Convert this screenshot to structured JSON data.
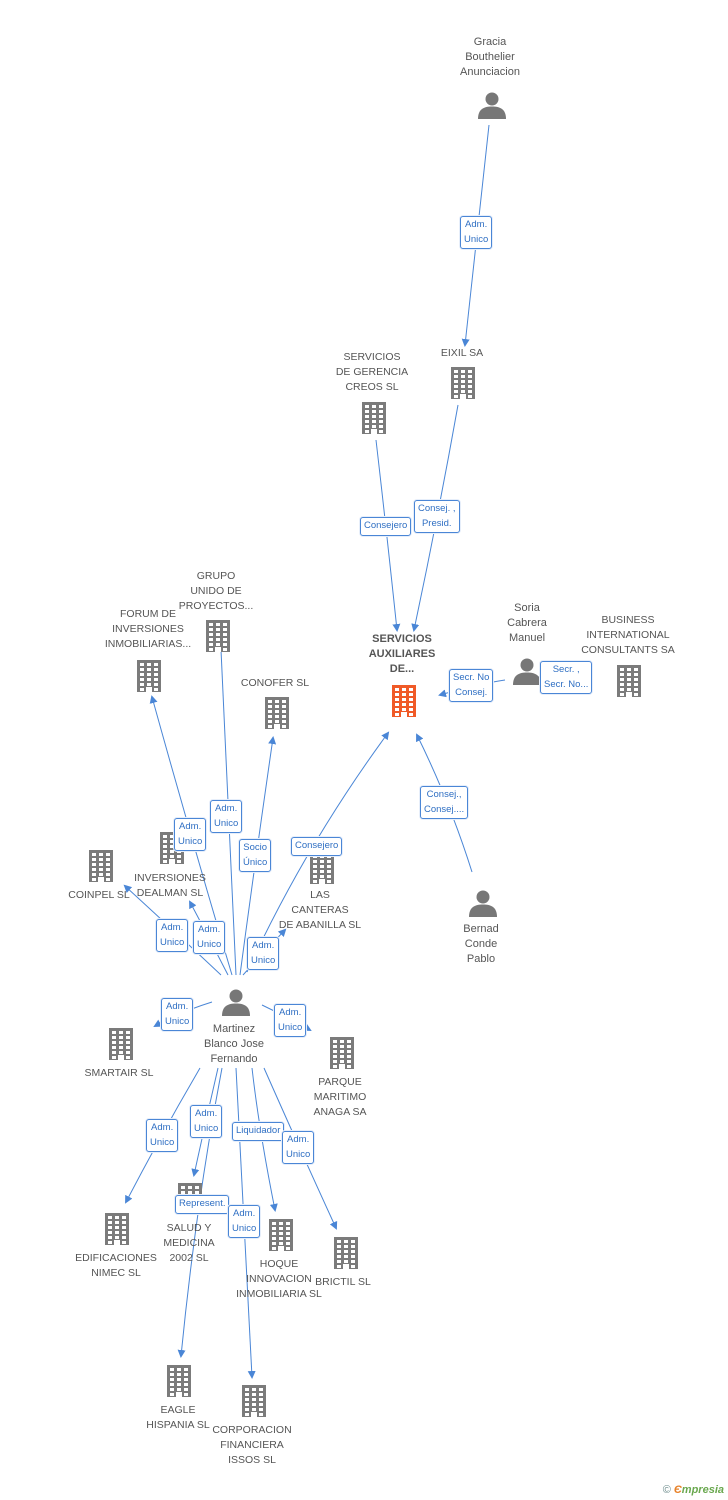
{
  "nodes": [
    {
      "id": "gracia",
      "type": "person",
      "label": "Gracia\nBouthelier\nAnunciacion"
    },
    {
      "id": "eixil",
      "type": "company",
      "label": "EIXIL SA"
    },
    {
      "id": "creos",
      "type": "company",
      "label": "SERVICIOS\nDE GERENCIA\nCREOS SL"
    },
    {
      "id": "main",
      "type": "main",
      "label": "SERVICIOS\nAUXILIARES\nDE..."
    },
    {
      "id": "soria",
      "type": "person",
      "label": "Soria\nCabrera\nManuel"
    },
    {
      "id": "business",
      "type": "company",
      "label": "BUSINESS\nINTERNATIONAL\nCONSULTANTS SA"
    },
    {
      "id": "bernad",
      "type": "person",
      "label": "Bernad\nConde\nPablo"
    },
    {
      "id": "grupo",
      "type": "company",
      "label": "GRUPO\nUNIDO DE\nPROYECTOS..."
    },
    {
      "id": "forum",
      "type": "company",
      "label": "FORUM DE\nINVERSIONES\nINMOBILIARIAS..."
    },
    {
      "id": "conofer",
      "type": "company",
      "label": "CONOFER  SL"
    },
    {
      "id": "coinpel",
      "type": "company",
      "label": "COINPEL SL"
    },
    {
      "id": "dealman",
      "type": "company",
      "label": "INVERSIONES\nDEALMAN SL"
    },
    {
      "id": "canteras",
      "type": "company",
      "label": "LAS\nCANTERAS\nDE ABANILLA SL"
    },
    {
      "id": "martinez",
      "type": "person",
      "label": "Martinez\nBlanco Jose\nFernando"
    },
    {
      "id": "smartair",
      "type": "company",
      "label": "SMARTAIR SL"
    },
    {
      "id": "parque",
      "type": "company",
      "label": "PARQUE\nMARITIMO\nANAGA SA"
    },
    {
      "id": "nimec",
      "type": "company",
      "label": "EDIFICACIONES\nNIMEC SL"
    },
    {
      "id": "salud",
      "type": "company",
      "label": "SALUD Y\nMEDICINA\n2002 SL"
    },
    {
      "id": "hoque",
      "type": "company",
      "label": "HOQUE\nINNOVACION\nINMOBILIARIA SL"
    },
    {
      "id": "brictil",
      "type": "company",
      "label": "BRICTIL SL"
    },
    {
      "id": "eagle",
      "type": "company",
      "label": "EAGLE\nHISPANIA SL"
    },
    {
      "id": "corporacion",
      "type": "company",
      "label": "CORPORACION\nFINANCIERA\nISSOS SL"
    }
  ],
  "edges": [
    {
      "from": "gracia",
      "to": "eixil",
      "label": "Adm.\nUnico"
    },
    {
      "from": "eixil",
      "to": "main",
      "label": "Consej. ,\nPresid."
    },
    {
      "from": "creos",
      "to": "main",
      "label": "Consejero"
    },
    {
      "from": "soria",
      "to": "main",
      "label": "Secr.  No\nConsej."
    },
    {
      "from": "soria",
      "to": "business",
      "label": "Secr. ,\nSecr. No..."
    },
    {
      "from": "bernad",
      "to": "main",
      "label": "Consej.,\nConsej...."
    },
    {
      "from": "martinez",
      "to": "main",
      "label": "Consejero"
    },
    {
      "from": "martinez",
      "to": "grupo",
      "label": "Adm.\nUnico"
    },
    {
      "from": "martinez",
      "to": "forum",
      "label": "Adm.\nUnico"
    },
    {
      "from": "martinez",
      "to": "conofer",
      "label": "Socio\nÚnico"
    },
    {
      "from": "martinez",
      "to": "coinpel",
      "label": "Adm.\nUnico"
    },
    {
      "from": "martinez",
      "to": "dealman",
      "label": "Adm.\nUnico"
    },
    {
      "from": "martinez",
      "to": "canteras",
      "label": "Adm.\nUnico"
    },
    {
      "from": "martinez",
      "to": "smartair",
      "label": "Adm.\nUnico"
    },
    {
      "from": "martinez",
      "to": "parque",
      "label": "Adm.\nUnico"
    },
    {
      "from": "martinez",
      "to": "nimec",
      "label": "Adm.\nUnico"
    },
    {
      "from": "martinez",
      "to": "salud",
      "label": "Adm.\nUnico"
    },
    {
      "from": "martinez",
      "to": "hoque",
      "label": "Liquidador"
    },
    {
      "from": "martinez",
      "to": "brictil",
      "label": "Adm.\nUnico"
    },
    {
      "from": "martinez",
      "to": "eagle",
      "label": "Represent."
    },
    {
      "from": "martinez",
      "to": "corporacion",
      "label": "Adm.\nUnico"
    }
  ],
  "colors": {
    "edge": "#4a86d6",
    "company": "#7b7b7b",
    "main": "#f05a28",
    "person": "#777777",
    "label_text": "#2f6fc3"
  },
  "footer": {
    "copyright": "©",
    "brand_e": "Є",
    "brand_rest": "mpresia"
  }
}
